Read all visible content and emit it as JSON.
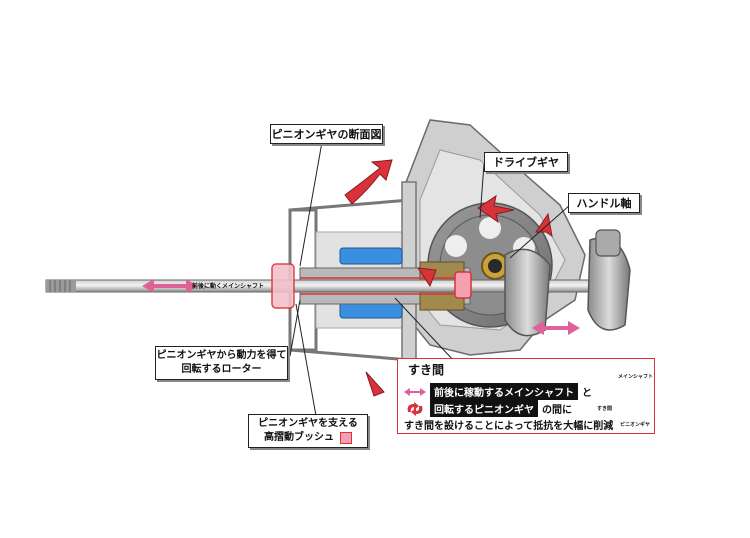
{
  "labels": {
    "pinion_section": "ピニオンギヤの断面図",
    "drive_gear": "ドライブギヤ",
    "handle_shaft": "ハンドル軸",
    "main_shaft_moves": "前後に動くメインシャフト",
    "rotor_line1": "ピニオンギヤから動力を得て",
    "rotor_line2": "回転するローター",
    "bush_line1": "ピニオンギヤを支える",
    "bush_line2": "高摺動ブッシュ"
  },
  "gap_box": {
    "title": "すき間",
    "row1_tag": "前後に稼動するメインシャフト",
    "row1_suffix": "と",
    "row2_tag": "回転するピニオンギヤ",
    "row2_suffix": "の間に",
    "row3": "すき間を設けることによって抵抗を大幅に削減"
  },
  "mini_labels": {
    "main_shaft": "メインシャフト",
    "gap": "すき間",
    "pinion": "ピニオンギヤ"
  },
  "colors": {
    "accent_red": "#d8323a",
    "accent_pink": "#e0609a",
    "body_gray": "#c9c9c9",
    "bearing_blue": "#3b8fe0"
  }
}
